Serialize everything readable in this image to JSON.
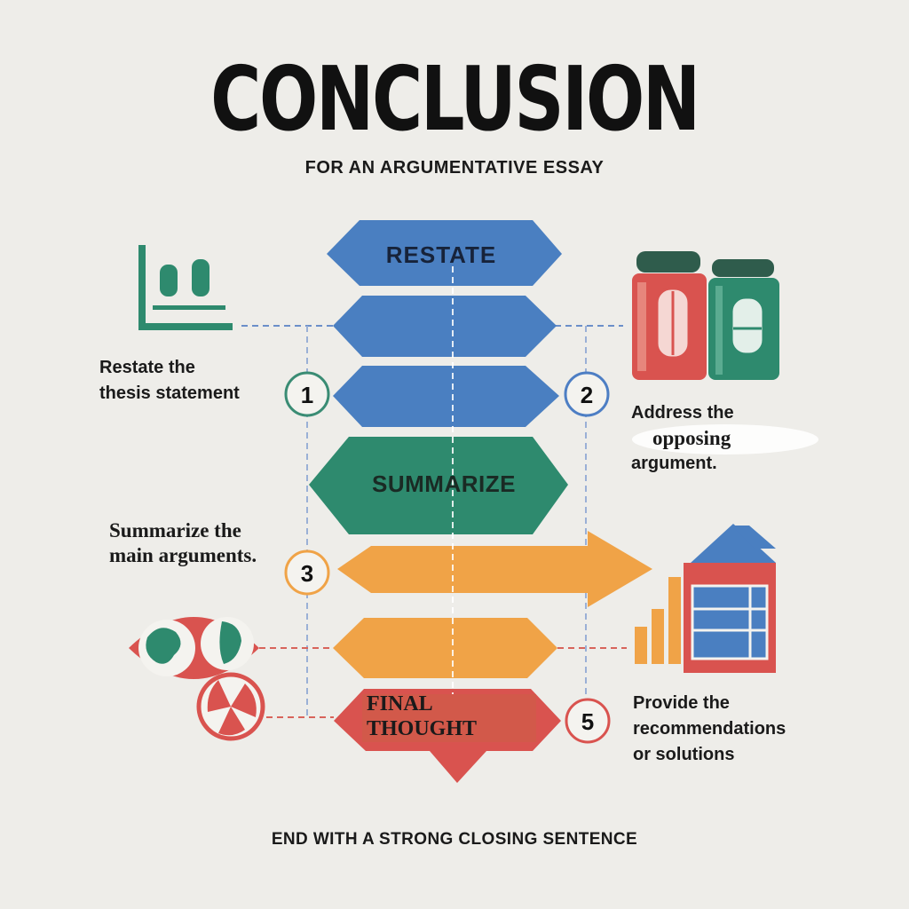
{
  "title": "CONCLUSION",
  "subtitle": "FOR AN ARGUMENTATIVE ESSAY",
  "footer": "END WITH A STRONG CLOSING SENTENCE",
  "banners": {
    "restate": "RESTATE",
    "summarize": "SUMMARIZE",
    "final_line1": "FINAL",
    "final_line2": "THOUGHT"
  },
  "steps": {
    "s1": {
      "number": "1",
      "line1": "Restate the",
      "line2": "thesis statement"
    },
    "s2": {
      "number": "2",
      "line1": "Address the",
      "line2": "opposing",
      "line3": "argument."
    },
    "s3": {
      "number": "3",
      "line1": "Summarize the",
      "line2": "main arguments."
    },
    "s5": {
      "number": "5",
      "line1": "Provide the",
      "line2": "recommendations",
      "line3": "or solutions"
    }
  },
  "colors": {
    "blue": "#4a7fc1",
    "green": "#2e8a6e",
    "orange": "#f0a347",
    "red": "#d9534f",
    "teal_ring": "#3a8c74",
    "blue_ring": "#4d7ec4",
    "orange_ring": "#f0a347",
    "red_ring": "#d9534f",
    "dash_blue": "#6b8fc9",
    "dash_red": "#d8645b"
  },
  "icons": [
    "bar-chart-icon",
    "buildings-icon",
    "globe-eye-icon",
    "pie-chart-icon",
    "house-chart-icon"
  ]
}
